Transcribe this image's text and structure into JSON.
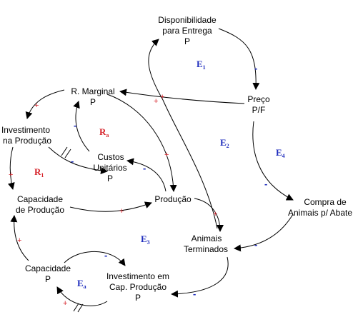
{
  "nodes": {
    "disponibilidade": [
      "Disponibilidade",
      "para Entrega",
      "P"
    ],
    "preco": [
      "Preço",
      "P/F"
    ],
    "r_marginal": [
      "R. Marginal",
      "P"
    ],
    "investimento_producao": [
      "Investimento",
      "na Produção"
    ],
    "custos_unitarios": [
      "Custos",
      "Unitários",
      "P"
    ],
    "capacidade_producao": [
      "Capacidade",
      "de Produção"
    ],
    "producao": [
      "Produção"
    ],
    "compra_animais": [
      "Compra de",
      "Animais p/ Abate"
    ],
    "animais_terminados": [
      "Animais",
      "Terminados"
    ],
    "capacidade": [
      "Capacidade",
      "P"
    ],
    "investimento_cap_producao": [
      "Investimento em",
      "Cap. Produção",
      "P"
    ]
  },
  "loops": [
    {
      "letter": "E",
      "sub": "1",
      "kind": "balancing"
    },
    {
      "letter": "E",
      "sub": "2",
      "kind": "balancing"
    },
    {
      "letter": "E",
      "sub": "3",
      "kind": "balancing"
    },
    {
      "letter": "E",
      "sub": "4",
      "kind": "balancing"
    },
    {
      "letter": "E",
      "sub": "a",
      "kind": "balancing"
    },
    {
      "letter": "R",
      "sub": "1",
      "kind": "reinforcing"
    },
    {
      "letter": "R",
      "sub": "a",
      "kind": "reinforcing"
    }
  ],
  "polarity": {
    "plus": "+",
    "minus": "-"
  },
  "colors": {
    "balancing": "#1f2dbd",
    "reinforcing": "#d6232a",
    "arrow": "#000000"
  }
}
